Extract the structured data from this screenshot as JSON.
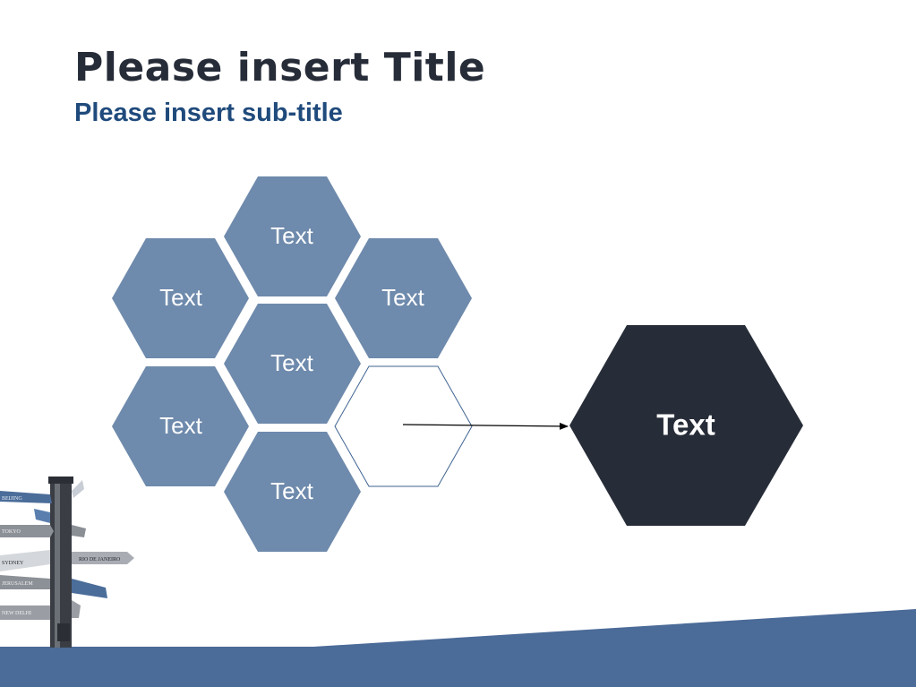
{
  "slide": {
    "title": "Please insert Title",
    "subtitle": "Please insert sub-title"
  },
  "diagram": {
    "colors": {
      "hex_fill": "#6e8aac",
      "hex_outline": "#3f6392",
      "main_hex_fill": "#272d38",
      "band": "#4b6b98"
    },
    "cluster": {
      "top": "Text",
      "upper_left": "Text",
      "upper_right": "Text",
      "center": "Text",
      "lower_left": "Text",
      "bottom": "Text"
    },
    "main_label": "Text"
  },
  "decoration": {
    "signpost": {
      "signs": [
        "BEIJING",
        "TOKYO",
        "SYDNEY",
        "RIO DE JANEIRO",
        "JERUSALEM",
        "NEW DELHI"
      ]
    }
  }
}
